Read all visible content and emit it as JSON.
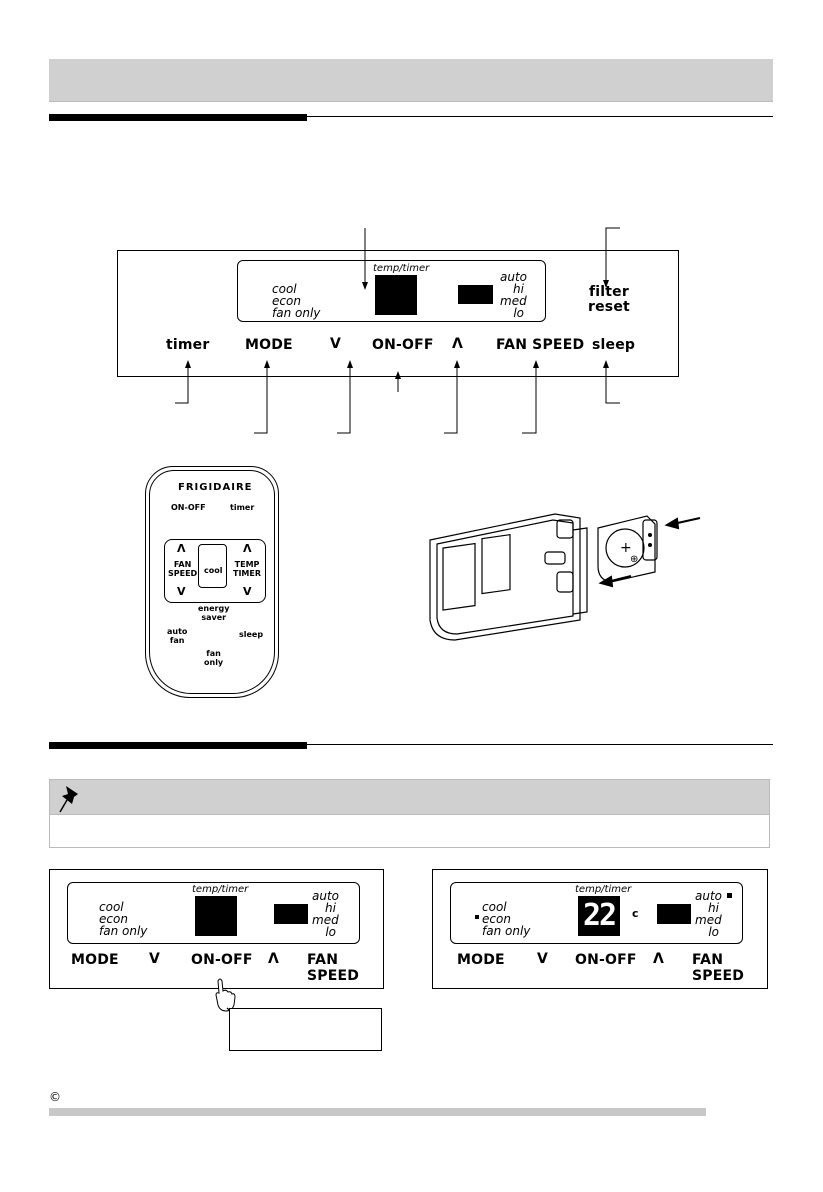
{
  "panel": {
    "display_label": "temp/timer",
    "modes": [
      "cool",
      "econ",
      "fan only"
    ],
    "fan_speeds": [
      "auto",
      "hi",
      "med",
      "lo"
    ],
    "filter_reset": [
      "filter",
      "reset"
    ],
    "buttons": {
      "timer": "timer",
      "mode": "MODE",
      "down": "V",
      "on_off": "ON-OFF",
      "up": "Λ",
      "fan_speed": "FAN SPEED",
      "sleep": "sleep"
    }
  },
  "remote": {
    "brand": "FRIGIDAIRE",
    "on_off": "ON-OFF",
    "timer": "timer",
    "up": "Λ",
    "down": "V",
    "fan_speed": [
      "FAN",
      "SPEED"
    ],
    "cool": "cool",
    "temp_timer": [
      "TEMP",
      "TIMER"
    ],
    "energy_saver": [
      "energy",
      "saver"
    ],
    "auto_fan": [
      "auto",
      "fan"
    ],
    "sleep": "sleep",
    "fan_only": [
      "fan",
      "only"
    ]
  },
  "mini_panel_left": {
    "display_label": "temp/timer",
    "modes": [
      "cool",
      "econ",
      "fan only"
    ],
    "fan_speeds": [
      "auto",
      "hi",
      "med",
      "lo"
    ],
    "buttons": {
      "mode": "MODE",
      "down": "V",
      "on_off": "ON-OFF",
      "up": "Λ",
      "fan_speed": "FAN SPEED"
    }
  },
  "mini_panel_right": {
    "display_label": "temp/timer",
    "temp_value": "22",
    "unit": "c",
    "modes": [
      "cool",
      "econ",
      "fan only"
    ],
    "fan_speeds": [
      "auto",
      "hi",
      "med",
      "lo"
    ],
    "buttons": {
      "mode": "MODE",
      "down": "V",
      "on_off": "ON-OFF",
      "up": "Λ",
      "fan_speed": "FAN SPEED"
    }
  },
  "footer": {
    "copyright": "©"
  }
}
